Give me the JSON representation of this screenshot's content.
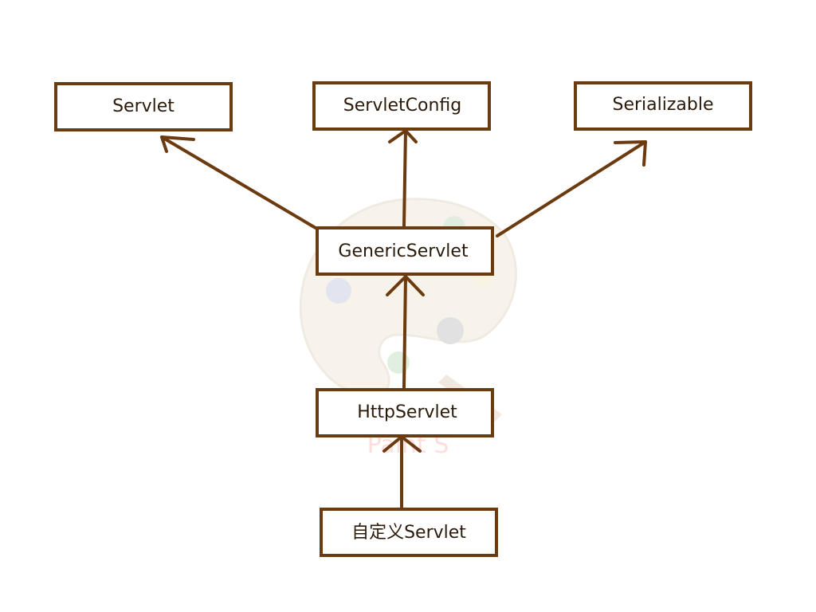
{
  "diagram": {
    "type": "class-hierarchy",
    "colors": {
      "stroke": "#6b3a0e",
      "text": "#2a1a0a",
      "background": "#ffffff"
    },
    "nodes": {
      "servlet": {
        "label": "Servlet"
      },
      "servlet_config": {
        "label": "ServletConfig"
      },
      "serializable": {
        "label": "Serializable"
      },
      "generic_servlet": {
        "label": "GenericServlet"
      },
      "http_servlet": {
        "label": "HttpServlet"
      },
      "custom_servlet": {
        "label": "自定义Servlet"
      }
    },
    "edges": [
      {
        "from": "generic_servlet",
        "to": "servlet"
      },
      {
        "from": "generic_servlet",
        "to": "servlet_config"
      },
      {
        "from": "generic_servlet",
        "to": "serializable"
      },
      {
        "from": "http_servlet",
        "to": "generic_servlet"
      },
      {
        "from": "custom_servlet",
        "to": "http_servlet"
      }
    ]
  },
  "watermark": {
    "text": "Paint S",
    "icon": "paint-palette-icon"
  }
}
